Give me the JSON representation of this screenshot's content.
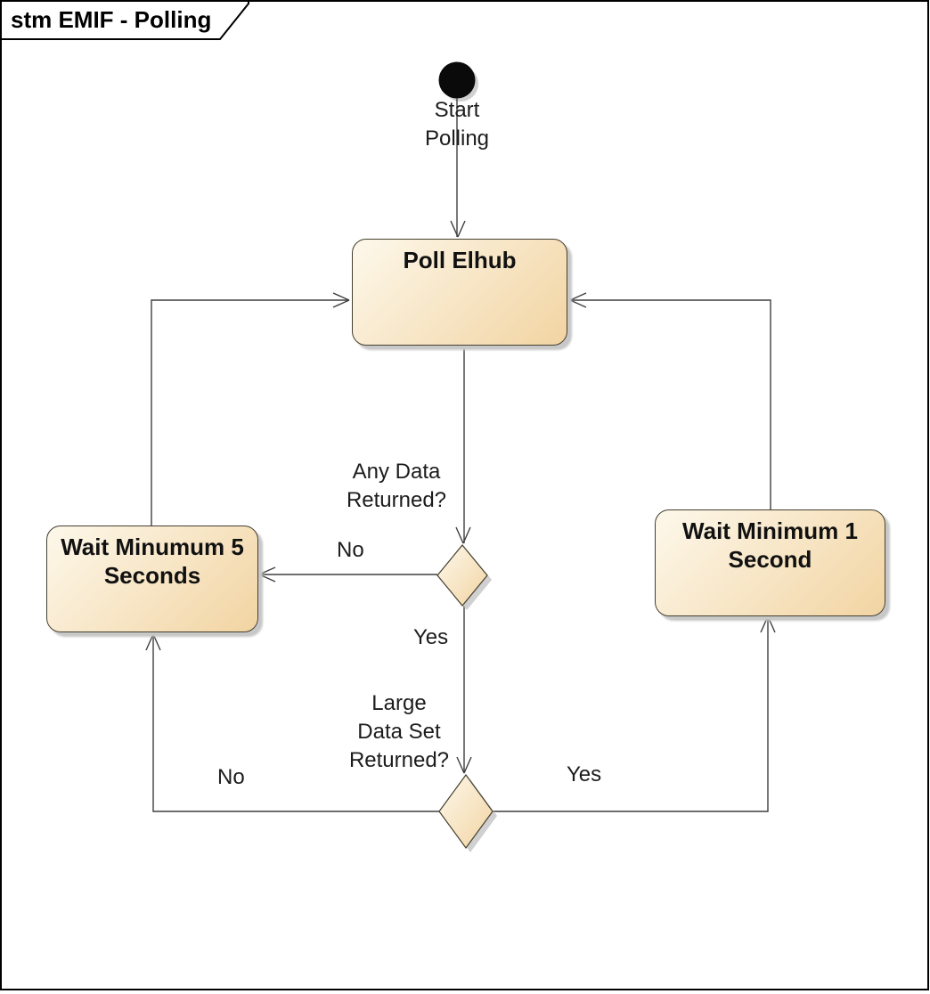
{
  "frame": {
    "title": "stm EMIF - Polling"
  },
  "nodes": {
    "start": {
      "label": "Start\nPolling"
    },
    "poll_elhub": {
      "label": "Poll Elhub"
    },
    "wait_min_5_seconds": {
      "label": "Wait Minumum 5\nSeconds"
    },
    "wait_min_1_second": {
      "label": "Wait Minimum 1\nSecond"
    },
    "decision_any_data": {
      "label": "Any Data\nReturned?"
    },
    "decision_large_data": {
      "label": "Large\nData Set\nReturned?"
    }
  },
  "edges": [
    {
      "from": "start",
      "to": "poll_elhub",
      "label": ""
    },
    {
      "from": "poll_elhub",
      "to": "decision_any_data",
      "label": ""
    },
    {
      "from": "decision_any_data",
      "to": "wait_min_5_seconds",
      "label": "No"
    },
    {
      "from": "decision_any_data",
      "to": "decision_large_data",
      "label": "Yes"
    },
    {
      "from": "decision_large_data",
      "to": "wait_min_5_seconds",
      "label": "No"
    },
    {
      "from": "decision_large_data",
      "to": "wait_min_1_second",
      "label": "Yes"
    },
    {
      "from": "wait_min_5_seconds",
      "to": "poll_elhub",
      "label": ""
    },
    {
      "from": "wait_min_1_second",
      "to": "poll_elhub",
      "label": ""
    }
  ],
  "colors": {
    "node_fill_light": "#FDF8EB",
    "node_fill_dark": "#F2D4A2",
    "node_border": "#443F30",
    "connector": "#3F3F3F",
    "shadow": "#C8C8C8"
  }
}
